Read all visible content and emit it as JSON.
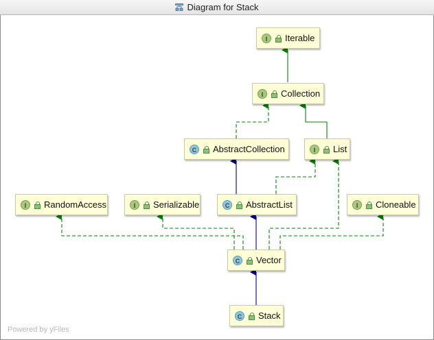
{
  "window": {
    "title": "Diagram for Stack",
    "title_icon": "diagram-icon"
  },
  "nodes": {
    "iterable": {
      "label": "Iterable",
      "kind": "I"
    },
    "collection": {
      "label": "Collection",
      "kind": "I"
    },
    "abstract_collection": {
      "label": "AbstractCollection",
      "kind": "C"
    },
    "list": {
      "label": "List",
      "kind": "I"
    },
    "random_access": {
      "label": "RandomAccess",
      "kind": "I"
    },
    "serializable": {
      "label": "Serializable",
      "kind": "I"
    },
    "abstract_list": {
      "label": "AbstractList",
      "kind": "C"
    },
    "cloneable": {
      "label": "Cloneable",
      "kind": "I"
    },
    "vector": {
      "label": "Vector",
      "kind": "C"
    },
    "stack": {
      "label": "Stack",
      "kind": "C"
    }
  },
  "legend_colors": {
    "interface_badge": "#a9c97a",
    "class_badge": "#8fc7df",
    "extends_edge": "#000080",
    "implements_edge": "#0a7d0a",
    "node_fill": "#fefed7"
  },
  "footer": {
    "powered_by": "Powered by yFiles"
  }
}
